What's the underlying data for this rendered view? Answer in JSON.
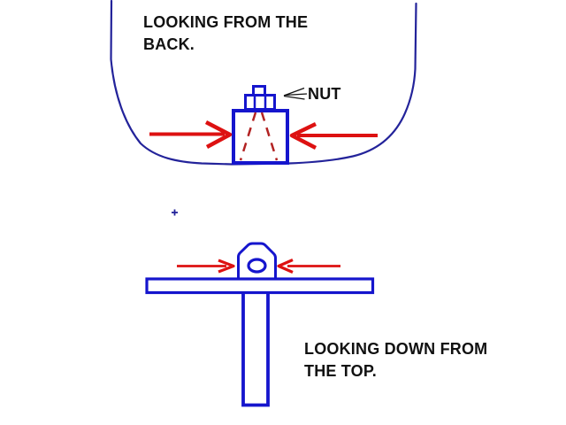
{
  "diagram": {
    "description": "Hand-drawn two-view sketch of a bracket with a nut on a hull",
    "background": "#ffffff",
    "colors": {
      "outline_blue": "#1515cd",
      "hull_blue": "#23239a",
      "arrow_red": "#dd1111",
      "dash_red": "#b22222",
      "label_black": "#111111"
    },
    "back_view": {
      "title_line1": "LOOKING FROM THE",
      "title_line2": "BACK.",
      "nut_label": "NUT"
    },
    "top_view": {
      "title_line1": "LOOKING DOWN FROM",
      "title_line2": "THE TOP."
    }
  }
}
